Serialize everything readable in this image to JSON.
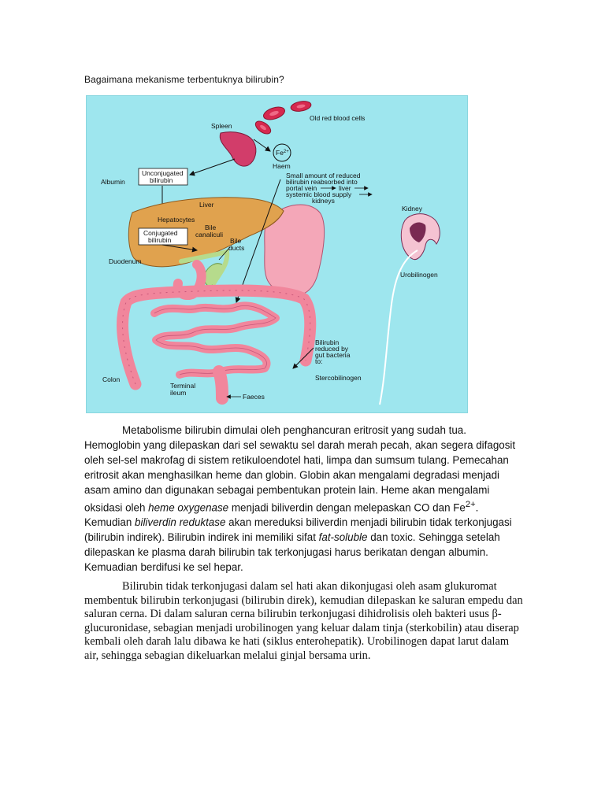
{
  "question": "Bagaimana mekanisme terbentuknya bilirubin?",
  "figure": {
    "labels": {
      "old_rbc": "Old red blood cells",
      "spleen": "Spleen",
      "fe": "Fe",
      "fe_sup": "2+",
      "haem": "Haem",
      "albumin": "Albumin",
      "unconj_1": "Unconjugated",
      "unconj_2": "bilirubin",
      "small_1": "Small amount of reduced",
      "small_2": "bilirubin reabsorbed into",
      "small_3a": "portal vein",
      "small_3b": "liver",
      "small_4a": "systemic blood supply",
      "small_5": "kidneys",
      "liver": "Liver",
      "hepatocytes": "Hepatocytes",
      "conj_1": "Conjugated",
      "conj_2": "bilirubin",
      "bile_1": "Bile",
      "bile_2": "canaliculi",
      "bile_ducts_1": "Bile",
      "bile_ducts_2": "ducts",
      "duodenum": "Duodenum",
      "kidney": "Kidney",
      "urobilinogen": "Urobilinogen",
      "reduced_1": "Bilirubin",
      "reduced_2": "reduced by",
      "reduced_3": "gut bacteria",
      "reduced_4": "to:",
      "colon": "Colon",
      "terminal_1": "Terminal",
      "terminal_2": "ileum",
      "stercobilinogen": "Stercobilinogen",
      "faeces": "Faeces"
    }
  },
  "para1": {
    "s1": "Metabolisme bilirubin dimulai oleh penghancuran eritrosit yang sudah tua. Hemoglobin yang dilepaskan dari sel sewaktu sel darah merah pecah, akan segera difagosit oleh sel-sel makrofag di sistem retikuloendotel hati, limpa dan sumsum tulang. Pemecahan eritrosit akan menghasilkan heme dan globin. Globin akan mengalami degradasi menjadi asam amino dan digunakan sebagai pembentukan protein lain. Heme akan mengalami oksidasi oleh ",
    "i1": "heme oxygenase",
    "s2": " menjadi biliverdin dengan melepaskan CO dan Fe",
    "sup": "2+",
    "s3": ". Kemudian ",
    "i2": "biliverdin reduktase",
    "s4": " akan mereduksi biliverdin menjadi bilirubin tidak terkonjugasi (bilirubin indirek). Bilirubin indirek ini memiliki sifat ",
    "i3": "fat-soluble",
    "s5": " dan toxic. Sehingga setelah dilepaskan ke plasma darah bilirubin tak terkonjugasi harus berikatan dengan albumin. Kemuadian berdifusi ke sel hepar."
  },
  "para2": "Bilirubin tidak terkonjugasi dalam sel hati akan dikonjugasi oleh asam glukuromat membentuk bilirubin terkonjugasi (bilirubin direk), kemudian dilepaskan ke saluran empedu dan saluran cerna. Di dalam saluran cerna bilirubin terkonjugasi dihidrolisis oleh bakteri usus β-glucuronidase, sebagian menjadi urobilinogen yang keluar dalam tinja (sterkobilin) atau diserap kembali oleh darah lalu dibawa ke hati (siklus enterohepatik). Urobilinogen dapat larut dalam air, sehingga sebagian dikeluarkan melalui ginjal bersama urin.",
  "colors": {
    "background": "#9ee6ee",
    "liver": "#e0a24e",
    "spleen": "#d23d6a",
    "intestine": "#f1869c",
    "stomach": "#f4a7b8",
    "bile_duct": "#b6db8c",
    "kidney": "#7a2a52"
  }
}
